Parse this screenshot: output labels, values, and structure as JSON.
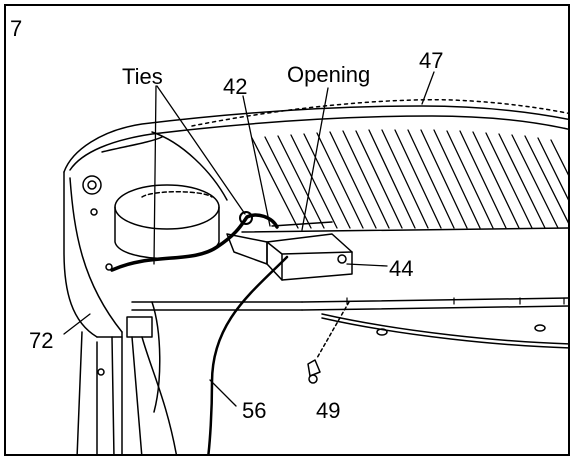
{
  "step_number": "7",
  "callouts": {
    "ties": "Ties",
    "opening": "Opening",
    "part_42": "42",
    "part_47": "47",
    "part_44": "44",
    "part_72": "72",
    "part_56": "56",
    "part_49": "49"
  },
  "line_color": "#000000",
  "background": "#ffffff"
}
